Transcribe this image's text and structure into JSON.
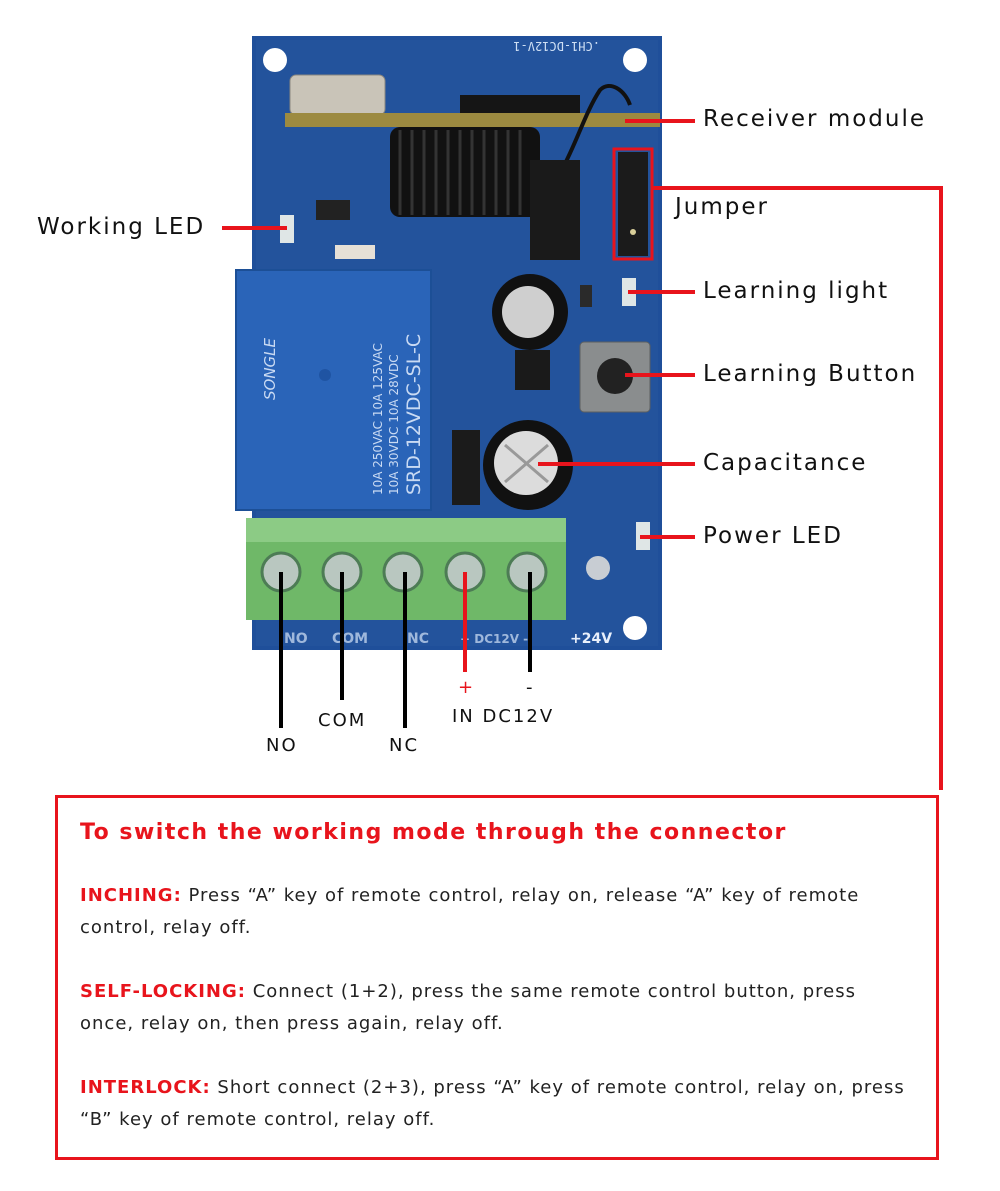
{
  "board": {
    "silkscreen_top": ".CH1-DC12V-1",
    "relay": {
      "brand": "SONGLE",
      "model": "SRD-12VDC-SL-C",
      "ratings": [
        "10A 250VAC  10A 125VAC",
        "10A 30VDC  10A 28VDC"
      ]
    },
    "terminal_labels": [
      "NO",
      "COM",
      "NC",
      "+ DC12V -",
      "+24V"
    ]
  },
  "callouts": {
    "receiver_module": "Receiver module",
    "jumper": "Jumper",
    "learning_light": "Learning light",
    "learning_button": "Learning Button",
    "capacitance": "Capacitance",
    "power_led": "Power LED",
    "working_led": "Working LED"
  },
  "wires": {
    "no": "NO",
    "com": "COM",
    "nc": "NC",
    "plus": "+",
    "minus": "-",
    "input": "IN DC12V"
  },
  "colors": {
    "accent_red": "#e8141c",
    "pcb_blue": "#1f4f9a",
    "relay_blue": "#2a64b8",
    "terminal_green": "#6fb868"
  },
  "modes_box": {
    "title": "To switch the working mode through the connector",
    "modes": [
      {
        "key": "INCHING:",
        "text": " Press “A” key of remote control, relay on, release “A” key of remote control, relay off."
      },
      {
        "key": "SELF-LOCKING:",
        "text": " Connect (1+2), press the same remote control button, press once, relay on, then press again, relay off."
      },
      {
        "key": "INTERLOCK:",
        "text": " Short connect (2+3), press “A” key of remote control, relay on, press “B” key of remote control, relay off."
      }
    ]
  }
}
